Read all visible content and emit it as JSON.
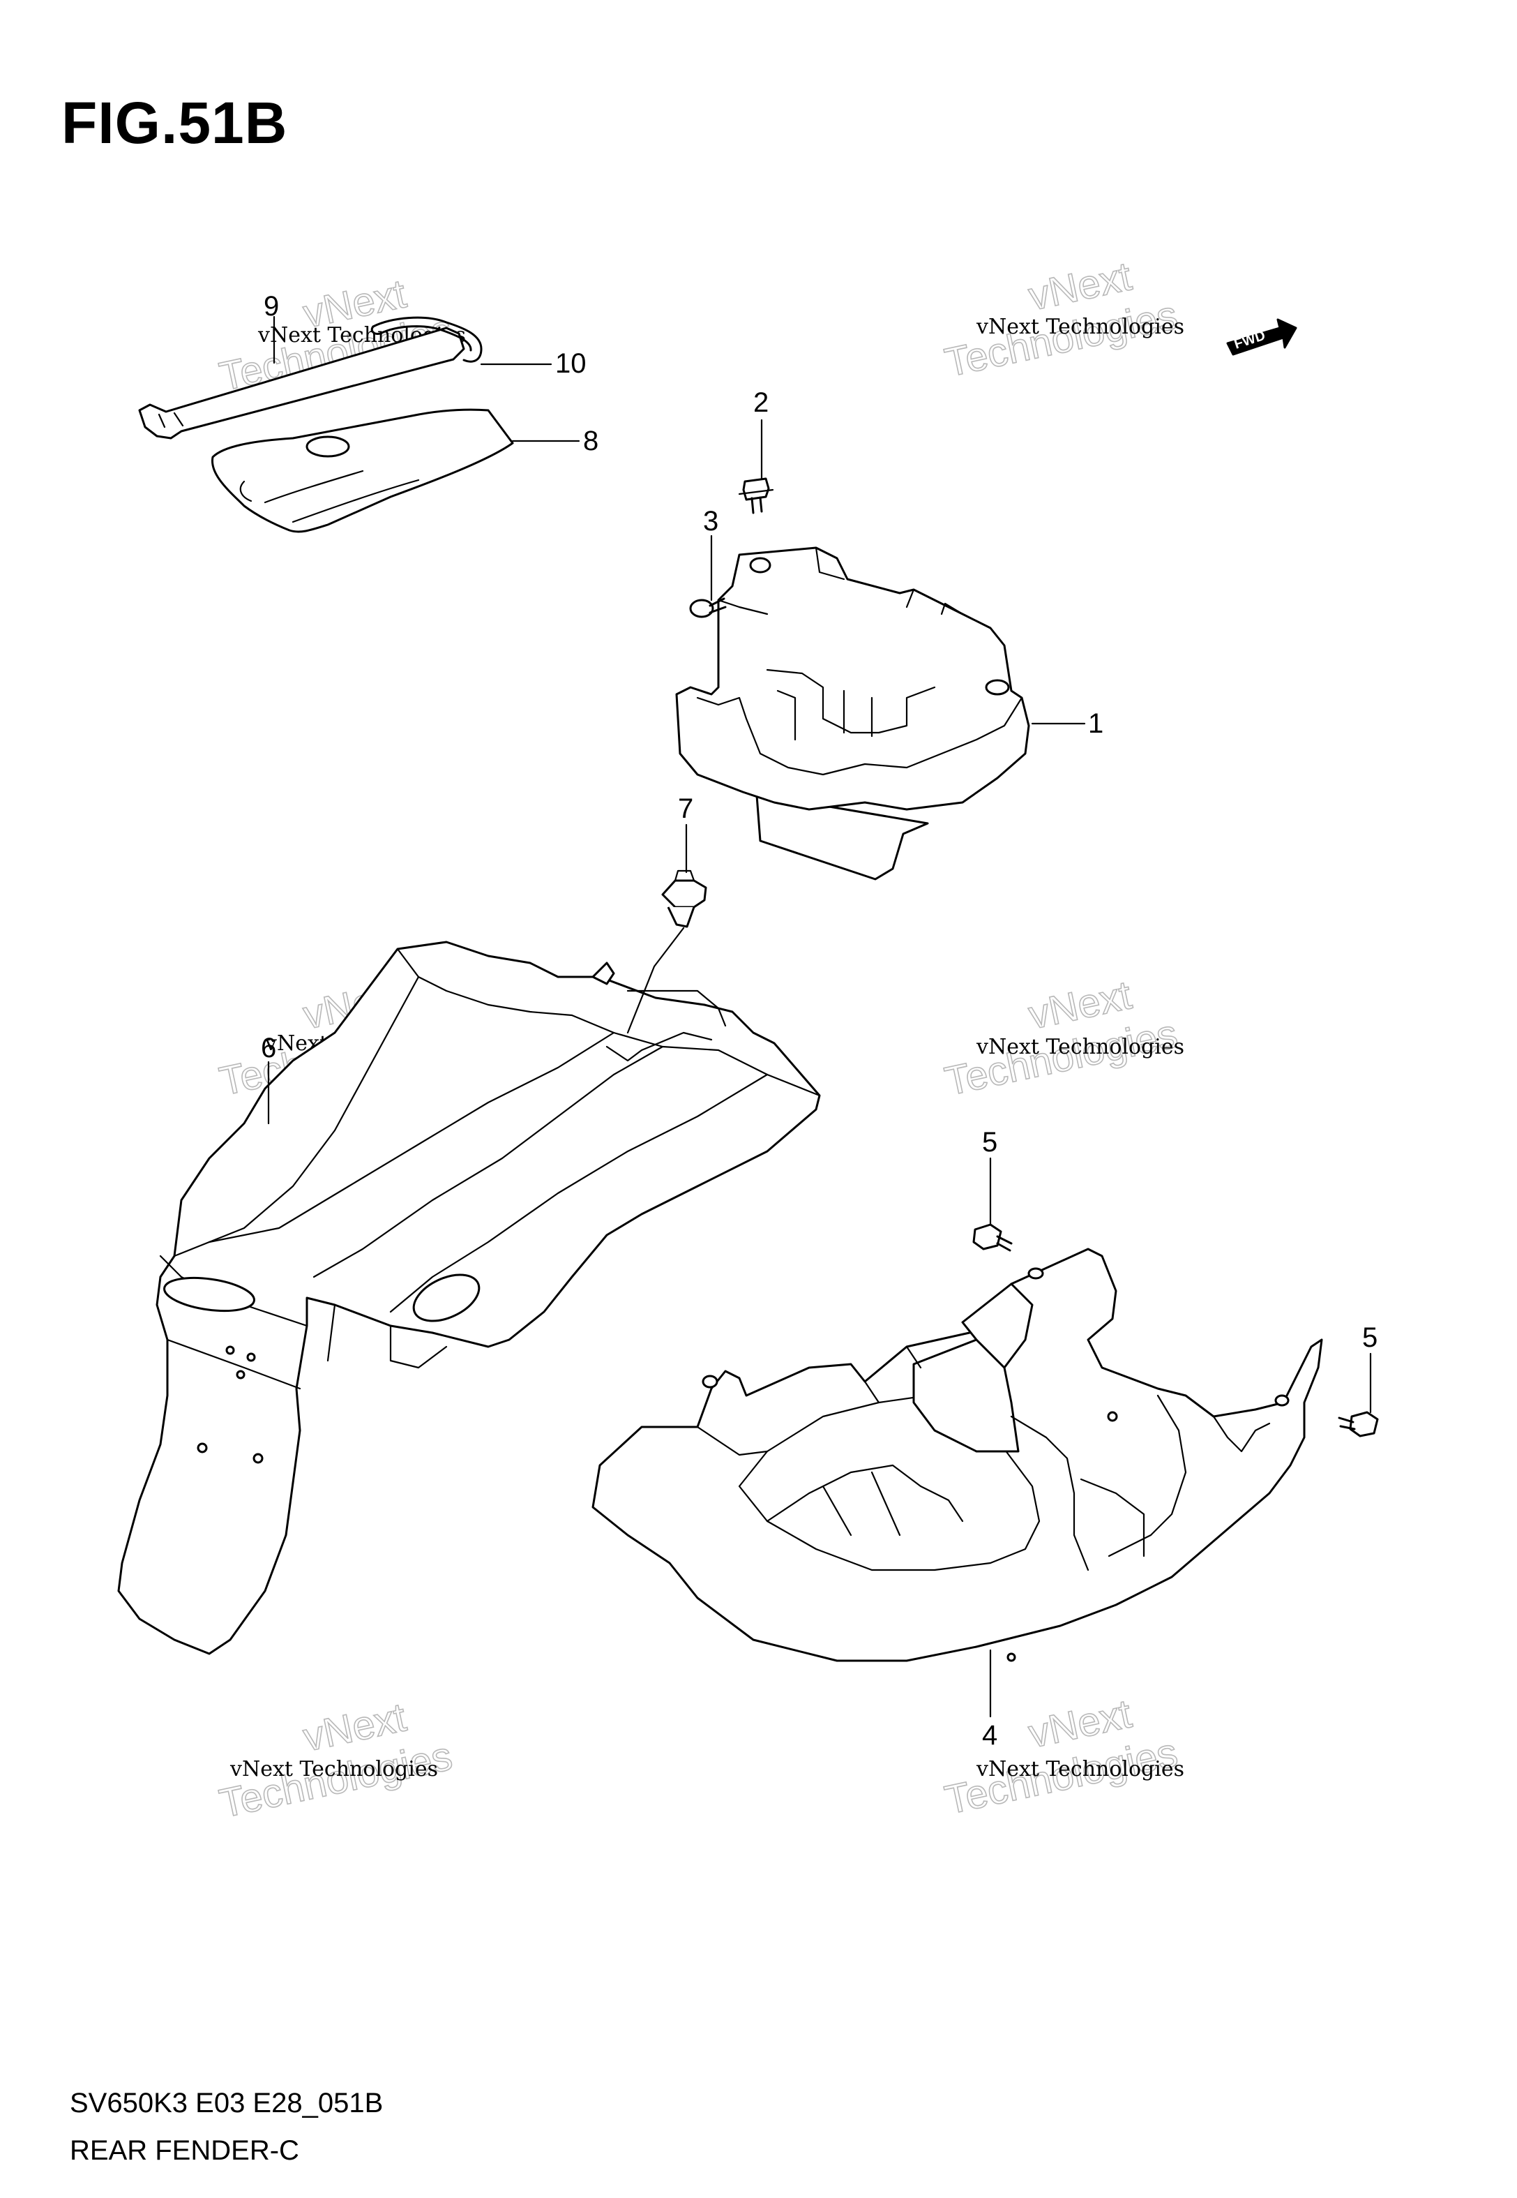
{
  "figure_title": "FIG.51B",
  "footer": {
    "model_code": "SV650K3 E03 E28_051B",
    "section_name": "REAR FENDER-C"
  },
  "fwd_arrow_label": "FWD",
  "watermark": {
    "line1": "vNext Technologies",
    "line2": "vNext",
    "line3": "Technologies"
  },
  "part_labels": {
    "p1": "1",
    "p2": "2",
    "p3": "3",
    "p4": "4",
    "p5a": "5",
    "p5b": "5",
    "p6": "6",
    "p7": "7",
    "p8": "8",
    "p9": "9",
    "p10": "10"
  }
}
